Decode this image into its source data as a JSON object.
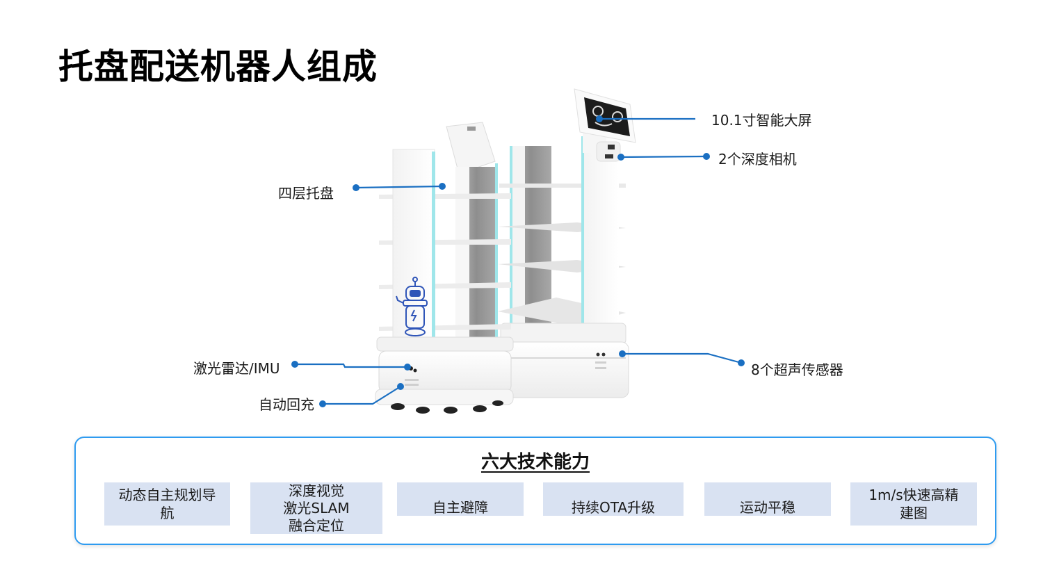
{
  "page": {
    "title": "托盘配送机器人组成"
  },
  "callouts": [
    {
      "id": "screen",
      "label": "10.1寸智能大屏"
    },
    {
      "id": "depth-camera",
      "label": "2个深度相机"
    },
    {
      "id": "trays",
      "label": "四层托盘"
    },
    {
      "id": "lidar-imu",
      "label": "激光雷达/IMU"
    },
    {
      "id": "auto-charge",
      "label": "自动回充"
    },
    {
      "id": "ultrasonic",
      "label": "8个超声传感器"
    }
  ],
  "capabilities": {
    "title": "六大技术能力",
    "items": [
      {
        "label": "动态自主规划导\n航"
      },
      {
        "label": "深度视觉\n激光SLAM\n融合定位"
      },
      {
        "label": "自主避障"
      },
      {
        "label": "持续OTA升级"
      },
      {
        "label": "运动平稳"
      },
      {
        "label": "1m/s快速高精\n建图"
      }
    ]
  },
  "colors": {
    "callout_line": "#1a6fc2",
    "panel_border": "#2e9bf0",
    "capability_bg": "#d9e2f2",
    "accent_glow": "#7fe3e8"
  }
}
